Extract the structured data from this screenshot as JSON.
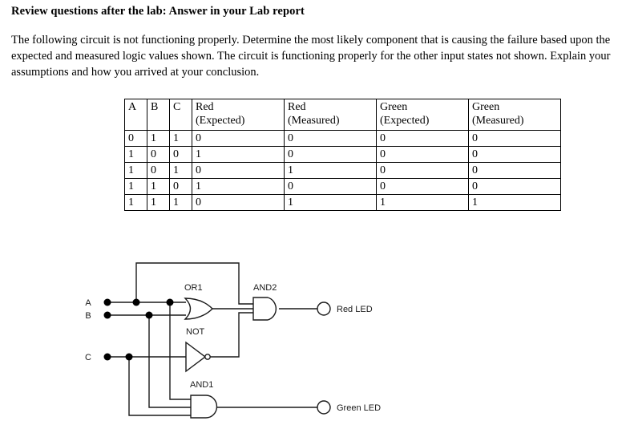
{
  "document": {
    "heading": "Review questions after the lab: Answer in your Lab report",
    "paragraph": "The following circuit is not functioning properly. Determine the most likely component that is causing the failure based upon the expected and measured logic values shown. The circuit is functioning properly for the other input states not shown. Explain your assumptions and how you arrived at your conclusion."
  },
  "table": {
    "headers": [
      {
        "line1": "A",
        "line2": ""
      },
      {
        "line1": "B",
        "line2": ""
      },
      {
        "line1": "C",
        "line2": ""
      },
      {
        "line1": "Red",
        "line2": "(Expected)"
      },
      {
        "line1": "Red",
        "line2": "(Measured)"
      },
      {
        "line1": "Green",
        "line2": "(Expected)"
      },
      {
        "line1": "Green",
        "line2": "(Measured)"
      }
    ],
    "rows": [
      [
        "0",
        "1",
        "1",
        "0",
        "0",
        "0",
        "0"
      ],
      [
        "1",
        "0",
        "0",
        "1",
        "0",
        "0",
        "0"
      ],
      [
        "1",
        "0",
        "1",
        "0",
        "1",
        "0",
        "0"
      ],
      [
        "1",
        "1",
        "0",
        "1",
        "0",
        "0",
        "0"
      ],
      [
        "1",
        "1",
        "1",
        "0",
        "1",
        "1",
        "1"
      ]
    ]
  },
  "circuit": {
    "inputs": [
      {
        "name": "A",
        "label": "A"
      },
      {
        "name": "B",
        "label": "B"
      },
      {
        "name": "C",
        "label": "C"
      }
    ],
    "gates": [
      {
        "name": "OR1",
        "label": "OR1",
        "type": "or"
      },
      {
        "name": "NOT",
        "label": "NOT",
        "type": "not"
      },
      {
        "name": "AND1",
        "label": "AND1",
        "type": "and"
      },
      {
        "name": "AND2",
        "label": "AND2",
        "type": "and"
      }
    ],
    "outputs": [
      {
        "name": "red-led",
        "label": "Red LED"
      },
      {
        "name": "green-led",
        "label": "Green LED"
      }
    ]
  },
  "colors": {
    "ink": "#1a1a1a",
    "border": "#000000",
    "background": "#ffffff"
  }
}
